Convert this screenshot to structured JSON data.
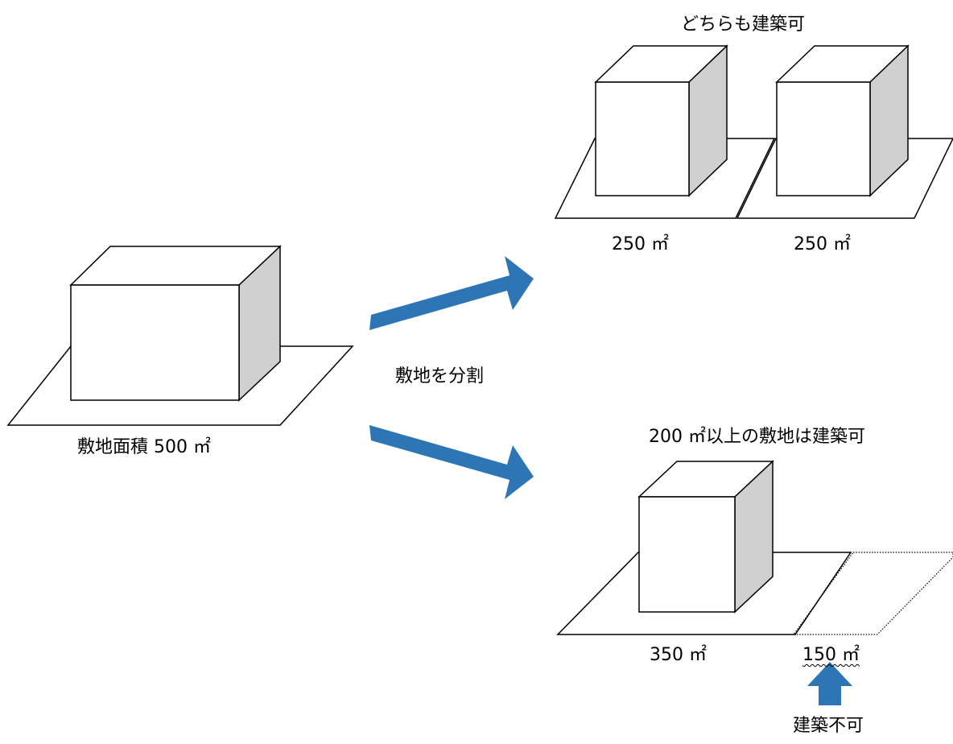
{
  "original": {
    "site_area_label": "敷地面積 500 ㎡"
  },
  "action": {
    "label": "敷地を分割"
  },
  "case_even": {
    "title": "どちらも建築可",
    "left_area": "250 ㎡",
    "right_area": "250 ㎡"
  },
  "case_uneven": {
    "title": "200 ㎡以上の敷地は建築可",
    "large_area": "350 ㎡",
    "small_area": "150 ㎡",
    "not_buildable_label": "建築不可"
  },
  "colors": {
    "arrow": "#2e75b6",
    "box_front": "#ffffff",
    "box_side": "#d0d0d0",
    "line": "#000000"
  }
}
